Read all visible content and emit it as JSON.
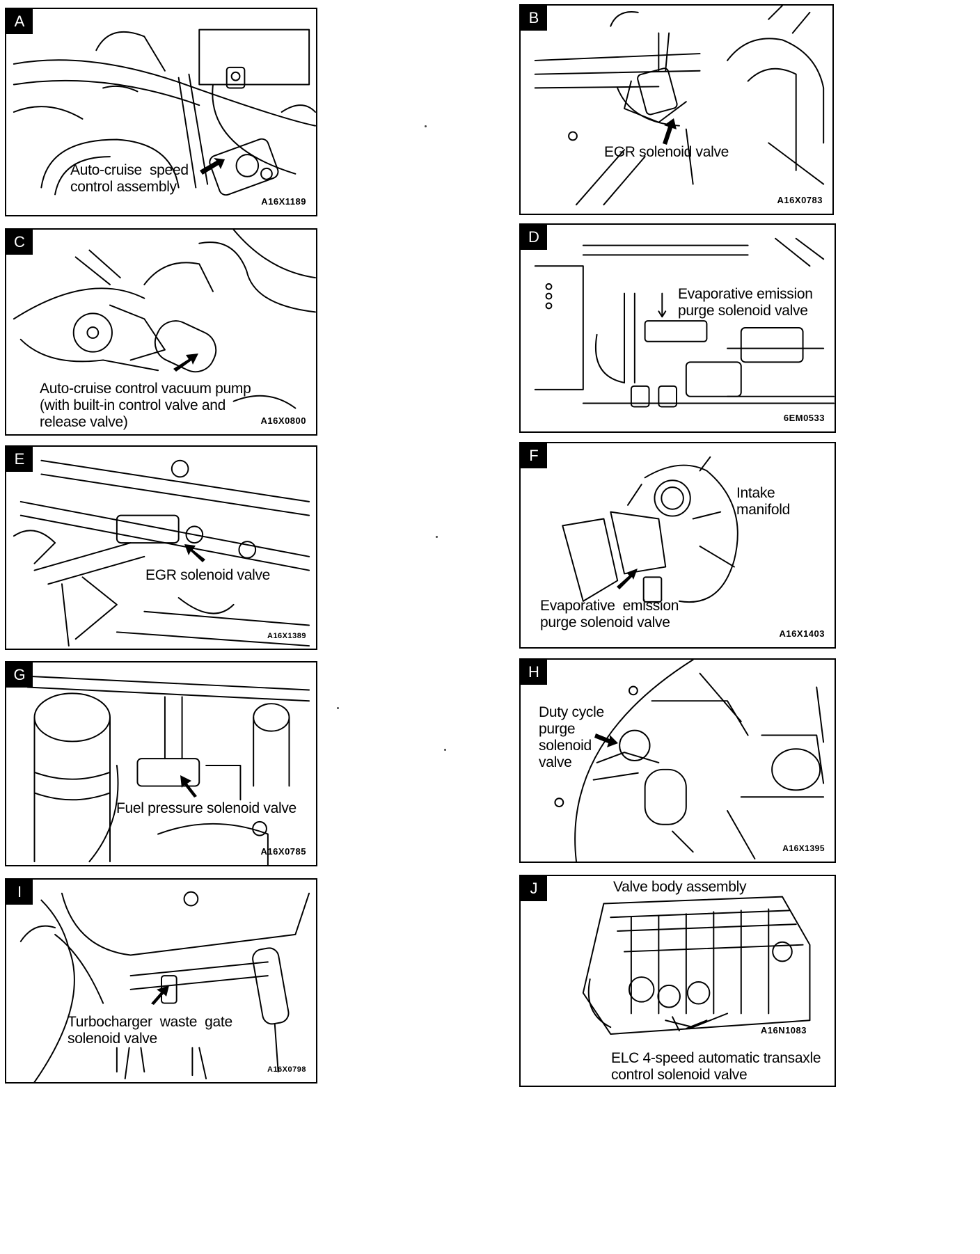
{
  "panels": [
    {
      "letter": "A",
      "caption": "Auto-cruise  speed\ncontrol assembly",
      "code": "A16X1189"
    },
    {
      "letter": "B",
      "caption": "EGR solenoid valve",
      "code": "A16X0783"
    },
    {
      "letter": "C",
      "caption": "Auto-cruise control vacuum pump\n(with built-in control valve and\nrelease valve)",
      "code": "A16X0800"
    },
    {
      "letter": "D",
      "caption": "Evaporative emission\npurge solenoid valve",
      "code": "6EM0533"
    },
    {
      "letter": "E",
      "caption": "EGR solenoid valve",
      "code": "A16X1389"
    },
    {
      "letter": "F",
      "caption": "Evaporative  emission\npurge solenoid valve",
      "caption2": "Intake\nmanifold",
      "code": "A16X1403"
    },
    {
      "letter": "G",
      "caption": "Fuel pressure solenoid valve",
      "code": "A16X0785"
    },
    {
      "letter": "H",
      "caption": "Duty cycle\npurge\nsolenoid\nvalve",
      "code": "A16X1395"
    },
    {
      "letter": "I",
      "caption": "Turbocharger  waste  gate\nsolenoid valve",
      "code": "A16X0798"
    },
    {
      "letter": "J",
      "caption": "Valve body assembly",
      "caption2": "ELC 4-speed automatic transaxle\ncontrol solenoid valve",
      "code": "A16N1083"
    }
  ]
}
